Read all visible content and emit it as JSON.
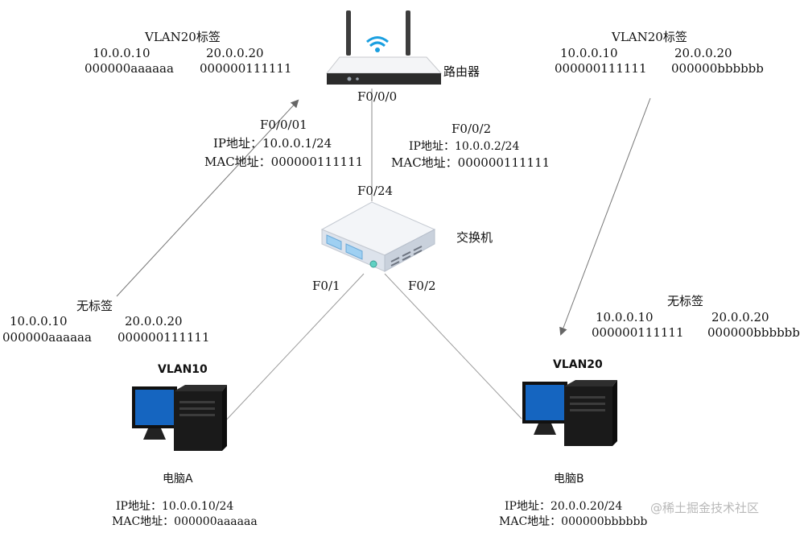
{
  "colors": {
    "line": "#888888",
    "wifi": "#1a9fe0",
    "monitor_screen": "#1565c0",
    "router_body": "#eef0f3",
    "switch_body": "#e9edf3",
    "switch_port": "#9fd0f2",
    "watermark": "#b8b8b8"
  },
  "devices": {
    "router": {
      "label": "路由器",
      "port": "F0/0/0",
      "icon": "router-icon"
    },
    "switch": {
      "label": "交换机",
      "uplink_port": "F0/24",
      "port_left": "F0/1",
      "port_right": "F0/2",
      "icon": "switch-icon"
    },
    "pc_a": {
      "vlan": "VLAN10",
      "label": "电脑A",
      "ip": "IP地址：10.0.0.10/24",
      "mac": "MAC地址：000000aaaaaa",
      "icon": "computer-icon"
    },
    "pc_b": {
      "vlan": "VLAN20",
      "label": "电脑B",
      "ip": "IP地址：20.0.0.20/24",
      "mac": "MAC地址：000000bbbbbb",
      "icon": "computer-icon"
    }
  },
  "subinterfaces": {
    "left": {
      "name": "F0/0/01",
      "ip": "IP地址：10.0.0.1/24",
      "mac": "MAC地址：000000111111"
    },
    "right": {
      "name": "F0/0/2",
      "ip": "IP地址：10.0.0.2/24",
      "mac": "MAC地址：000000111111"
    }
  },
  "frames": {
    "top_left": {
      "tag": "VLAN20标签",
      "src_ip": "10.0.0.10",
      "dst_ip": "20.0.0.20",
      "src_mac": "000000aaaaaa",
      "dst_mac": "000000111111"
    },
    "bottom_left": {
      "tag": "无标签",
      "src_ip": "10.0.0.10",
      "dst_ip": "20.0.0.20",
      "src_mac": "000000aaaaaa",
      "dst_mac": "000000111111"
    },
    "top_right": {
      "tag": "VLAN20标签",
      "src_ip": "10.0.0.10",
      "dst_ip": "20.0.0.20",
      "src_mac": "000000111111",
      "dst_mac": "000000bbbbbb"
    },
    "bottom_right": {
      "tag": "无标签",
      "src_ip": "10.0.0.10",
      "dst_ip": "20.0.0.20",
      "src_mac": "000000111111",
      "dst_mac": "000000bbbbbb"
    }
  },
  "watermark": "@稀土掘金技术社区"
}
